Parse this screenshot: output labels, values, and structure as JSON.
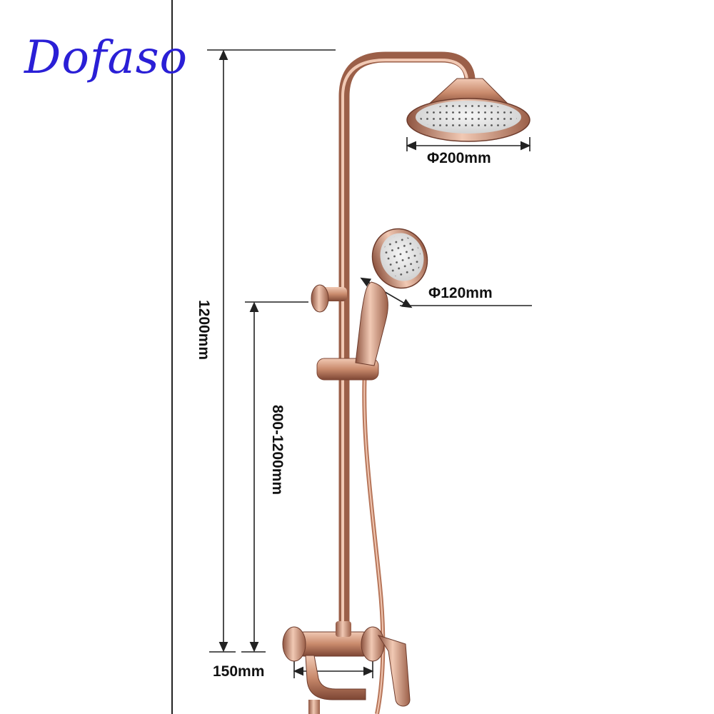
{
  "brand": {
    "name": "Dofaso",
    "color": "#2a1fd6"
  },
  "dimensions": {
    "total_height": "1200mm",
    "slide_bar_range": "800-1200mm",
    "rain_head_diameter": "Φ200mm",
    "hand_shower_diameter": "Φ120mm",
    "mixer_width": "150mm"
  },
  "colors": {
    "rose_gold": "#c98a6c",
    "rose_gold_dark": "#8e5440",
    "rose_gold_light": "#f1c9b4",
    "line": "#222222"
  }
}
